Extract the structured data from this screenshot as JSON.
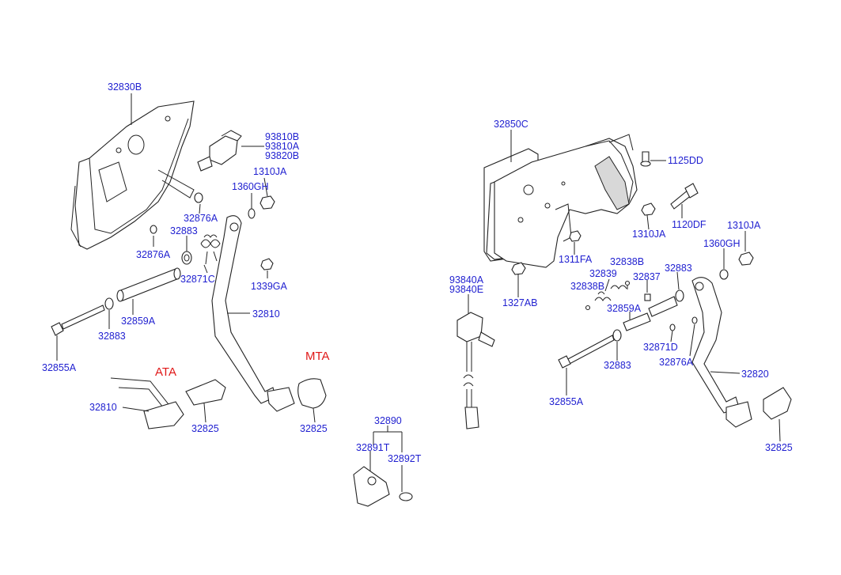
{
  "labels": {
    "p32830B": "32830B",
    "p93810B": "93810B",
    "p93810A": "93810A",
    "p93820B": "93820B",
    "p1310JA_l": "1310JA",
    "p1360GH_l": "1360GH",
    "p32876A_l1": "32876A",
    "p32883_l1": "32883",
    "p32876A_l2": "32876A",
    "p32871C": "32871C",
    "p1339GA": "1339GA",
    "p32859A_l": "32859A",
    "p32883_l2": "32883",
    "p32855A_l": "32855A",
    "p32810_l1": "32810",
    "ata": "ATA",
    "mta": "MTA",
    "p32810_l2": "32810",
    "p32825_l1": "32825",
    "p32825_l2": "32825",
    "p32890": "32890",
    "p32891T": "32891T",
    "p32892T": "32892T",
    "p93840A": "93840A",
    "p93840E": "93840E",
    "p32850C": "32850C",
    "p1125DD": "1125DD",
    "p1120DF": "1120DF",
    "p1310JA_r1": "1310JA",
    "p1310JA_r2": "1310JA",
    "p1360GH_r": "1360GH",
    "p1311FA": "1311FA",
    "p1327AB": "1327AB",
    "p32838B_1": "32838B",
    "p32839": "32839",
    "p32838B_2": "32838B",
    "p32837": "32837",
    "p32883_r1": "32883",
    "p32859A_r": "32859A",
    "p32871D": "32871D",
    "p32876A_r": "32876A",
    "p32883_r2": "32883",
    "p32855A_r": "32855A",
    "p32820": "32820",
    "p32825_r": "32825"
  },
  "colors": {
    "part_number": "#1f1fd0",
    "variant_label": "#e01818",
    "line": "#222222"
  }
}
